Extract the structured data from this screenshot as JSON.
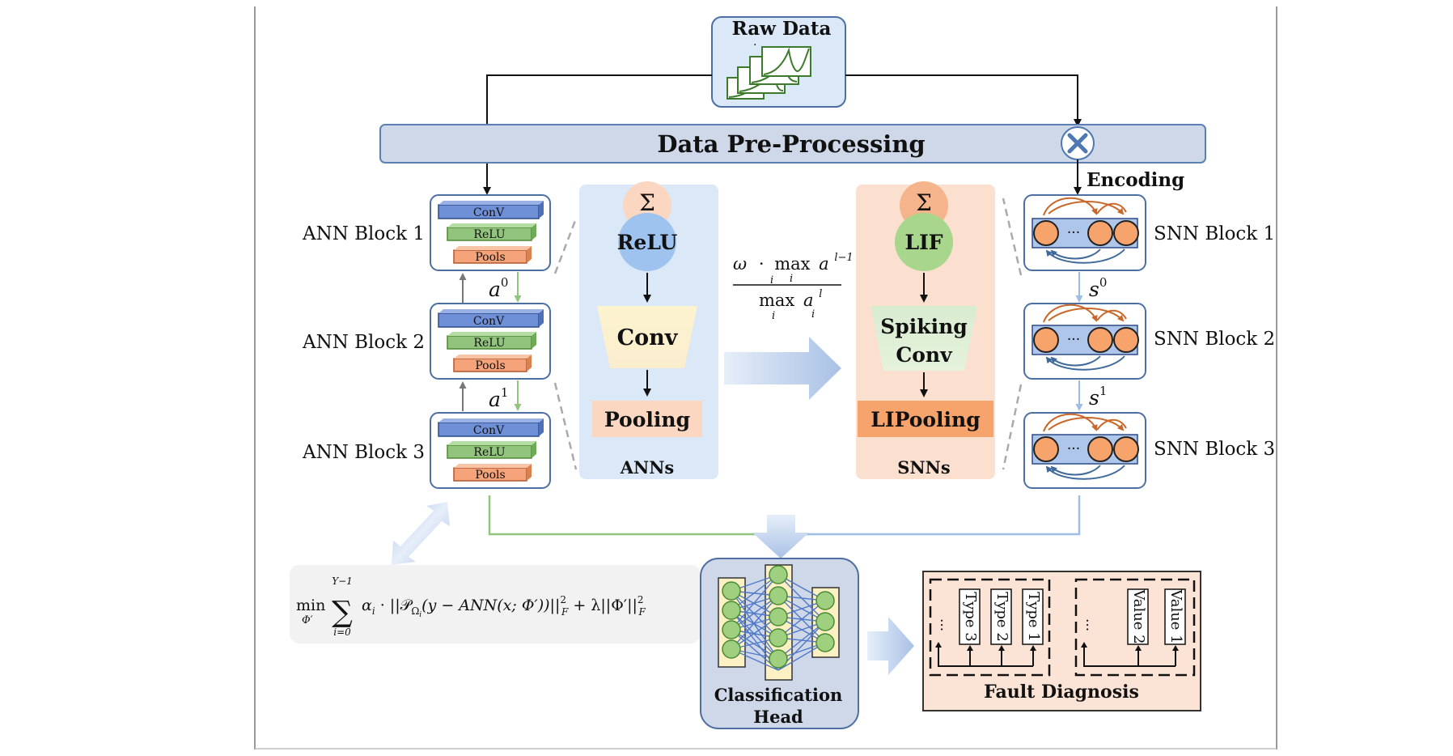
{
  "raw_data": {
    "label": "Raw Data"
  },
  "preprocessing": {
    "label": "Data Pre-Processing",
    "encoding_label": "Encoding"
  },
  "ann_blocks": {
    "items": [
      {
        "label": "ANN Block 1",
        "layers": [
          "ConV",
          "ReLU",
          "Pools"
        ]
      },
      {
        "label": "ANN Block 2",
        "layers": [
          "ConV",
          "ReLU",
          "Pools"
        ]
      },
      {
        "label": "ANN Block 3",
        "layers": [
          "ConV",
          "ReLU",
          "Pools"
        ]
      }
    ],
    "a0": "a",
    "a0_sup": "0",
    "a1": "a",
    "a1_sup": "1"
  },
  "ann_detail": {
    "sigma": "Σ",
    "activation": "ReLU",
    "conv": "Conv",
    "pool": "Pooling",
    "caption": "ANNs"
  },
  "snn_detail": {
    "sigma": "Σ",
    "activation": "LIF",
    "conv_line1": "Spiking",
    "conv_line2": "Conv",
    "pool": "LIPooling",
    "caption": "SNNs"
  },
  "snn_blocks": {
    "items": [
      {
        "label": "SNN Block 1"
      },
      {
        "label": "SNN Block 2"
      },
      {
        "label": "SNN Block 3"
      }
    ],
    "s0": "s",
    "s0_sup": "0",
    "s1": "s",
    "s1_sup": "1",
    "dots": "···"
  },
  "conversion_formula": {
    "num_omega": "ω",
    "num_dot": "·",
    "num_max": "max",
    "num_sub_i": "i",
    "num_a": "a",
    "num_a_sub": "i",
    "num_a_sup": "l−1",
    "den_max": "max",
    "den_sub_i": "i",
    "den_a": "a",
    "den_a_sub": "i",
    "den_a_sup": "l"
  },
  "objective": {
    "min": "min",
    "min_sub": "Φ′",
    "sum_top": "Y−1",
    "sum_bottom": "i=0",
    "sigma": "∑",
    "body": "α",
    "body_sub": "i",
    "body2": " · ||𝒫",
    "omega": "Ω",
    "omega_sub": "i",
    "paren": "(y − ANN(x; Φ′))||",
    "sq1_sup": "2",
    "sq1_sub": "F",
    "reg": " + λ||Φ′||",
    "sq2_sup": "2",
    "sq2_sub": "F"
  },
  "classification_head": {
    "line1": "Classification",
    "line2": "Head"
  },
  "fault_diagnosis": {
    "label": "Fault Diagnosis",
    "types": [
      "Type 3",
      "Type 2",
      "Type 1"
    ],
    "values": [
      "Value 2",
      "Value 1"
    ],
    "ellipsis": "..."
  },
  "colors": {
    "conv_layer": "#6f8fd6",
    "relu_layer": "#93c47d",
    "pool_layer": "#f4a37a",
    "ann_panel": "#dbe8f7",
    "snn_panel": "#fbe0d0",
    "preproc_bar": "#cfd8e8",
    "neuron_orange": "#f6a46c",
    "neuron_green": "#9fd07f",
    "arrow_green": "#93c47d",
    "arrow_blue": "#9dbde4"
  }
}
